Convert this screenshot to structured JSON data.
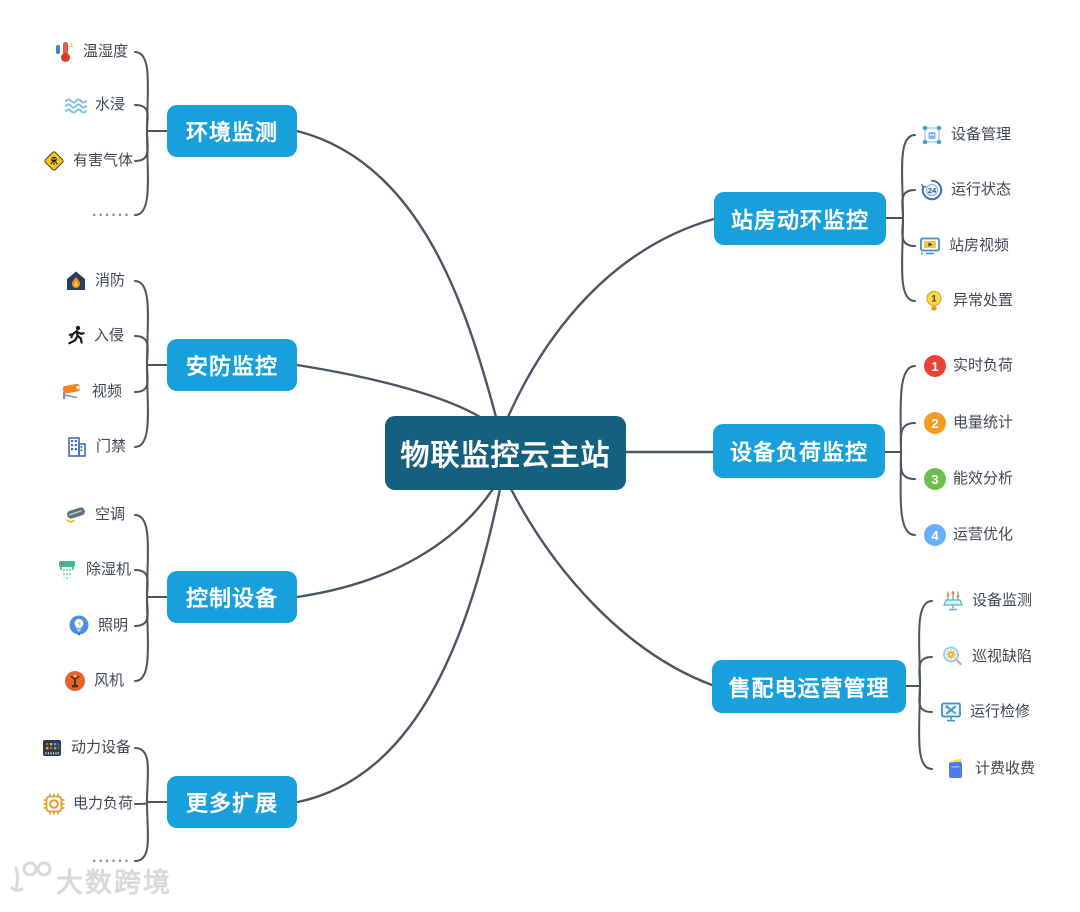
{
  "center": {
    "label": "物联监控云主站"
  },
  "branches": [
    {
      "label": "环境监测",
      "leaves": [
        {
          "label": "温湿度",
          "icon": "thermometer-icon"
        },
        {
          "label": "水浸",
          "icon": "water-waves-icon"
        },
        {
          "label": "有害气体",
          "icon": "hazard-gas-icon"
        },
        {
          "label": "......",
          "icon": "none"
        }
      ]
    },
    {
      "label": "安防监控",
      "leaves": [
        {
          "label": "消防",
          "icon": "fire-house-icon"
        },
        {
          "label": "入侵",
          "icon": "running-intruder-icon"
        },
        {
          "label": "视频",
          "icon": "cctv-camera-icon"
        },
        {
          "label": "门禁",
          "icon": "access-building-icon"
        }
      ]
    },
    {
      "label": "控制设备",
      "leaves": [
        {
          "label": "空调",
          "icon": "air-conditioner-icon"
        },
        {
          "label": "除湿机",
          "icon": "dehumidifier-icon"
        },
        {
          "label": "照明",
          "icon": "light-bulb-icon"
        },
        {
          "label": "风机",
          "icon": "fan-icon"
        }
      ]
    },
    {
      "label": "更多扩展",
      "leaves": [
        {
          "label": "动力设备",
          "icon": "power-panel-icon"
        },
        {
          "label": "电力负荷",
          "icon": "power-chip-icon"
        },
        {
          "label": "......",
          "icon": "none"
        }
      ]
    },
    {
      "label": "站房动环监控",
      "leaves": [
        {
          "label": "设备管理",
          "icon": "device-network-icon"
        },
        {
          "label": "运行状态",
          "icon": "status-24-icon",
          "icon_text": "24"
        },
        {
          "label": "站房视频",
          "icon": "video-screen-icon"
        },
        {
          "label": "异常处置",
          "icon": "alert-bulb-icon",
          "icon_text": "1"
        }
      ]
    },
    {
      "label": "设备负荷监控",
      "leaves": [
        {
          "label": "实时负荷",
          "badge": "1",
          "badge_color": "#e94335"
        },
        {
          "label": "电量统计",
          "badge": "2",
          "badge_color": "#f59a23"
        },
        {
          "label": "能效分析",
          "badge": "3",
          "badge_color": "#6dbf4b"
        },
        {
          "label": "运营优化",
          "badge": "4",
          "badge_color": "#6aaef5"
        }
      ]
    },
    {
      "label": "售配电运营管理",
      "leaves": [
        {
          "label": "设备监测",
          "icon": "monitor-panel-icon"
        },
        {
          "label": "巡视缺陷",
          "icon": "magnifier-gear-icon"
        },
        {
          "label": "运行检修",
          "icon": "repair-monitor-icon"
        },
        {
          "label": "计费收费",
          "icon": "billing-wallet-icon"
        }
      ]
    }
  ],
  "watermark": {
    "text": "大数跨境",
    "logo": "100"
  },
  "colors": {
    "center_node": "#16607f",
    "branch_node": "#18a0dc",
    "connector": "#4a5561",
    "leaf_text": "#3e4851",
    "watermark": "#d9d9d9"
  }
}
